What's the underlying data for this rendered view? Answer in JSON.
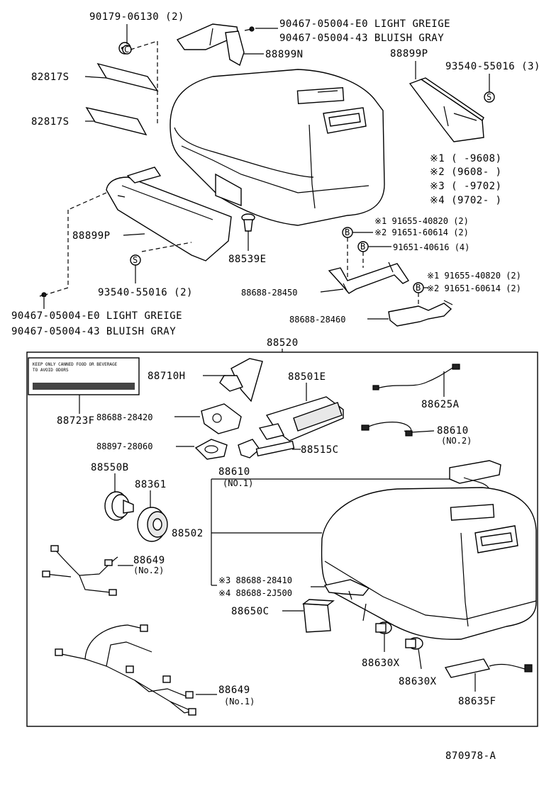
{
  "diagram_id": "870978-A",
  "labels": {
    "p90179": "90179-06130 (2)",
    "p90467a_e0": "90467-05004-E0 LIGHT GREIGE",
    "p90467a_43": "90467-05004-43 BLUISH GRAY",
    "p88899N": "88899N",
    "p88899P_top": "88899P",
    "p93540_top": "93540-55016 (3)",
    "p82817S_a": "82817S",
    "p82817S_b": "82817S",
    "note1": "※1 (     -9608)",
    "note2": "※2 (9608-     )",
    "note3": "※3 (     -9702)",
    "note4": "※4 (9702-     )",
    "p91655_top": "※1 91655-40820 (2)",
    "p91651_top": "※2 91651-60614 (2)",
    "p91651_40616": "91651-40616 (4)",
    "p88899P_left": "88899P",
    "p88539E": "88539E",
    "p93540_left": "93540-55016 (2)",
    "p88688_28450": "88688-28450",
    "p91655_bot": "※1 91655-40820 (2)",
    "p91651_bot": "※2 91651-60614 (2)",
    "p90467b_e0": "90467-05004-E0 LIGHT GREIGE",
    "p90467b_43": "90467-05004-43 BLUISH GRAY",
    "p88688_28460": "88688-28460",
    "p88520": "88520",
    "p88710H": "88710H",
    "p88501E": "88501E",
    "p88723F": "88723F",
    "p88688_28420": "88688-28420",
    "p88625A": "88625A",
    "p88610_a": "88610",
    "p88610_a_sub": "(NO.2)",
    "p88897": "88897-28060",
    "p88515C": "88515C",
    "p88550B": "88550B",
    "p88610_b": "88610",
    "p88610_b_sub": "(NO.1)",
    "p88361": "88361",
    "p88502": "88502",
    "p88649_a": "88649",
    "p88649_a_sub": "(No.2)",
    "p88688_28410": "※3 88688-28410",
    "p88688_2J500": "※4 88688-2J500",
    "p88650C": "88650C",
    "p88630X_a": "88630X",
    "p88630X_b": "88630X",
    "p88649_b": "88649",
    "p88649_b_sub": "(No.1)",
    "p88635F": "88635F"
  },
  "callouts": {
    "c": "C",
    "s": "S",
    "b": "B"
  },
  "sticker_text": {
    "line1": "KEEP ONLY CANNED FOOD OR BEVERAGE",
    "line2": "TO AVOID ODORS"
  }
}
